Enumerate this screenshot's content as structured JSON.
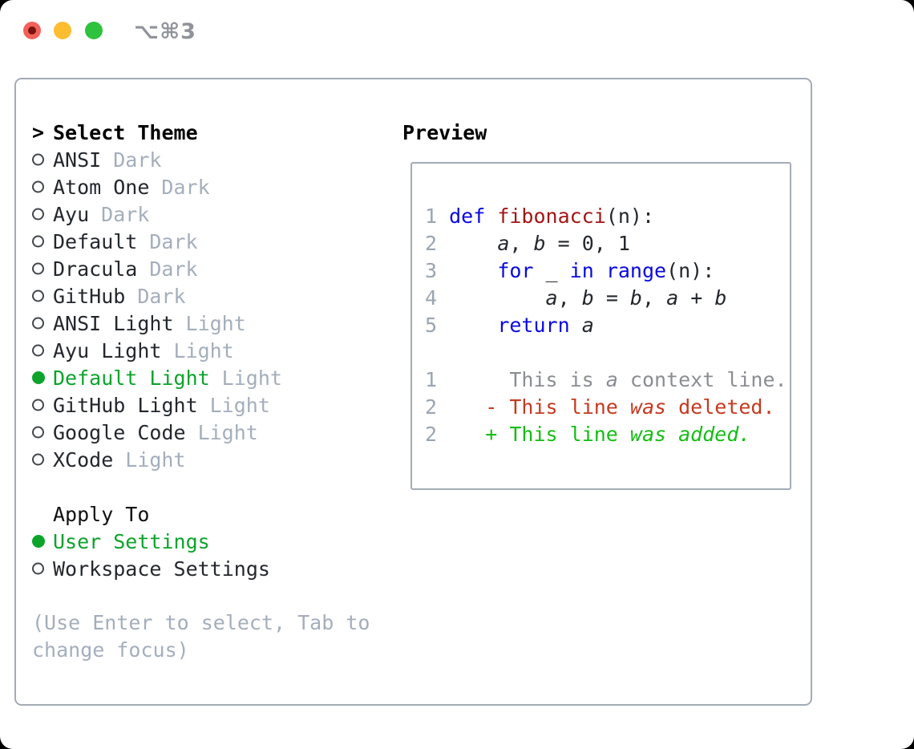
{
  "window": {
    "shortcut_label": "⌥⌘3",
    "traffic_lights": [
      "close",
      "minimize",
      "zoom"
    ]
  },
  "colors": {
    "light_red": "#f4605a",
    "light_red_dot": "#77140e",
    "light_yellow": "#fcbd30",
    "light_green": "#2ec23d",
    "border": "#a3abb6",
    "text": "#23272d",
    "muted": "#a4aebc",
    "muted_dark": "#8f939a",
    "ring": "#41464d",
    "accent_green": "#0ca32b",
    "linenum": "#9aa5b2",
    "keyword": "#0909e0",
    "function": "#a31515",
    "ctx": "#8a8d93",
    "diff_red": "#c43a21",
    "diff_green": "#15bd15"
  },
  "theme_picker": {
    "prompt": ">",
    "title": "Select Theme",
    "items": [
      {
        "id": "ansi-dark",
        "name": "ANSI",
        "variant": "Dark",
        "selected": false
      },
      {
        "id": "atom-one-dark",
        "name": "Atom One",
        "variant": "Dark",
        "selected": false
      },
      {
        "id": "ayu-dark",
        "name": "Ayu",
        "variant": "Dark",
        "selected": false
      },
      {
        "id": "default-dark",
        "name": "Default",
        "variant": "Dark",
        "selected": false
      },
      {
        "id": "dracula-dark",
        "name": "Dracula",
        "variant": "Dark",
        "selected": false
      },
      {
        "id": "github-dark",
        "name": "GitHub",
        "variant": "Dark",
        "selected": false
      },
      {
        "id": "ansi-light",
        "name": "ANSI Light",
        "variant": "Light",
        "selected": false
      },
      {
        "id": "ayu-light",
        "name": "Ayu Light",
        "variant": "Light",
        "selected": false
      },
      {
        "id": "default-light",
        "name": "Default Light",
        "variant": "Light",
        "selected": true
      },
      {
        "id": "github-light",
        "name": "GitHub Light",
        "variant": "Light",
        "selected": false
      },
      {
        "id": "google-code",
        "name": "Google Code",
        "variant": "Light",
        "selected": false
      },
      {
        "id": "xcode",
        "name": "XCode",
        "variant": "Light",
        "selected": false
      }
    ]
  },
  "apply_to": {
    "title": "Apply To",
    "options": [
      {
        "id": "user-settings",
        "label": "User Settings",
        "selected": true
      },
      {
        "id": "workspace-settings",
        "label": "Workspace Settings",
        "selected": false
      }
    ]
  },
  "hint": "(Use Enter to select, Tab to change focus)",
  "preview": {
    "title": "Preview",
    "code_lines": [
      [
        [
          "1 ",
          "num"
        ],
        [
          "def",
          "kw"
        ],
        [
          " ",
          "p"
        ],
        [
          "fibonacci",
          "fn"
        ],
        [
          "(n):",
          "p"
        ]
      ],
      [
        [
          "2 ",
          "num"
        ],
        [
          "    ",
          "p"
        ],
        [
          "a",
          "v"
        ],
        [
          ", ",
          "p"
        ],
        [
          "b",
          "v"
        ],
        [
          " = 0, 1",
          "p"
        ]
      ],
      [
        [
          "3 ",
          "num"
        ],
        [
          "    ",
          "p"
        ],
        [
          "for",
          "kw"
        ],
        [
          " _ ",
          "p"
        ],
        [
          "in",
          "kw"
        ],
        [
          " ",
          "p"
        ],
        [
          "range",
          "kw"
        ],
        [
          "(n):",
          "p"
        ]
      ],
      [
        [
          "4 ",
          "num"
        ],
        [
          "        ",
          "p"
        ],
        [
          "a",
          "v"
        ],
        [
          ", ",
          "p"
        ],
        [
          "b",
          "v"
        ],
        [
          " = ",
          "p"
        ],
        [
          "b",
          "v"
        ],
        [
          ", ",
          "p"
        ],
        [
          "a",
          "v"
        ],
        [
          " + ",
          "p"
        ],
        [
          "b",
          "v"
        ]
      ],
      [
        [
          "5 ",
          "num"
        ],
        [
          "    ",
          "p"
        ],
        [
          "return",
          "kw"
        ],
        [
          " ",
          "p"
        ],
        [
          "a",
          "v"
        ]
      ],
      [],
      [
        [
          "1",
          "num"
        ],
        [
          "      ",
          "p"
        ],
        [
          "This is ",
          "ctx"
        ],
        [
          "a",
          "ctx-i"
        ],
        [
          " context line.",
          "ctx"
        ]
      ],
      [
        [
          "2",
          "num"
        ],
        [
          "    ",
          "p"
        ],
        [
          "- This line ",
          "del"
        ],
        [
          "was",
          "del-i"
        ],
        [
          " deleted.",
          "del"
        ]
      ],
      [
        [
          "2",
          "num"
        ],
        [
          "    ",
          "p"
        ],
        [
          "+ This line ",
          "add"
        ],
        [
          "was",
          "add-i"
        ],
        [
          " ",
          "add"
        ],
        [
          "added.",
          "add-i"
        ]
      ]
    ]
  }
}
